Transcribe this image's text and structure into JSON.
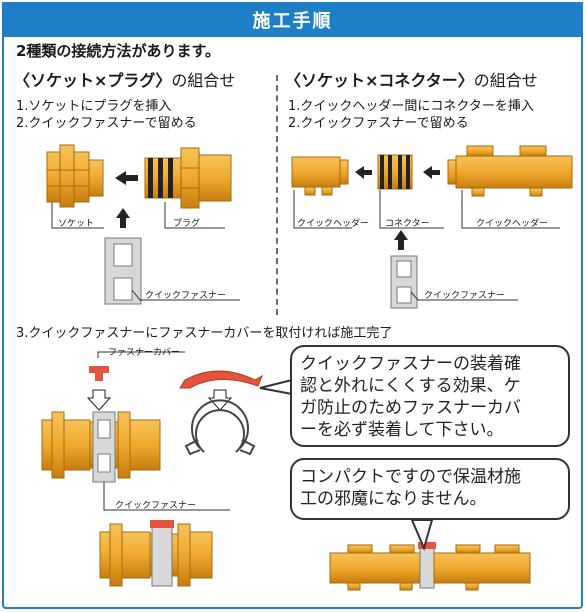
{
  "header": {
    "title": "施工手順"
  },
  "intro": {
    "text": "2種類の接続方法があります。"
  },
  "left_method": {
    "title_bracketed": "〈ソケット×プラグ〉",
    "title_suffix": "の組合せ",
    "step1": "1.ソケットにプラグを挿入",
    "step2": "2.クイックファスナーで留める",
    "label_socket": "ソケット",
    "label_plug": "プラグ",
    "label_fastener": "クイックファスナー"
  },
  "right_method": {
    "title_bracketed": "〈ソケット×コネクター〉",
    "title_suffix": "の組合せ",
    "step1": "1.クイックヘッダー間にコネクターを挿入",
    "step2": "2.クイックファスナーで留める",
    "label_header_left": "クイックヘッダー",
    "label_connector": "コネクター",
    "label_header_right": "クイックヘッダー",
    "label_fastener": "クイックファスナー"
  },
  "step3": {
    "text": "3.クイックファスナーにファスナーカバーを取付ければ施工完了",
    "label_cover": "ファスナーカバー",
    "label_fastener": "クイックファスナー"
  },
  "callouts": {
    "warning_line1": "クイックファスナーの装着確",
    "warning_line2": "認と外れにくくする効果、ケ",
    "warning_line3": "ガ防止のためファスナーカバ",
    "warning_line4": "ーを必ず装着して下さい。",
    "compact_line1": "コンパクトですので保温材施",
    "compact_line2": "工の邪魔になりません。"
  },
  "colors": {
    "header_blue": "#1f7fc6",
    "brass": "#f0a92e",
    "brass_dark": "#c77d10",
    "cover_red": "#e2543d",
    "fastener_gray": "#c9c9c9"
  }
}
